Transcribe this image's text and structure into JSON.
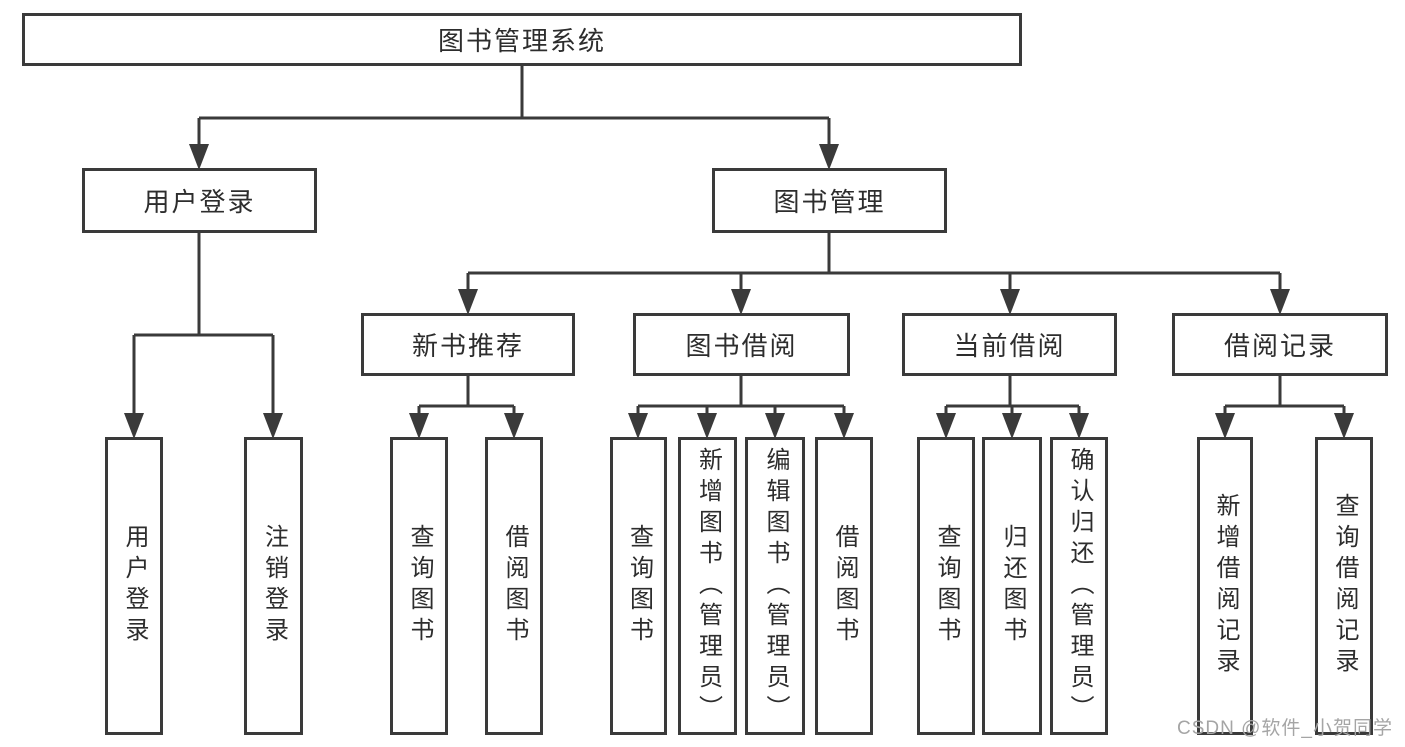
{
  "diagram": {
    "type": "tree",
    "orientation": "top-down"
  },
  "colors": {
    "line": "#3a3a3a",
    "box_border": "#3a3a3a",
    "text": "#2d2d2d",
    "watermark": "#a5a5a5",
    "background": "#ffffff"
  },
  "watermark": "CSDN @软件_小贺同学",
  "nodes": {
    "root": {
      "label": "图书管理系统",
      "parent": null
    },
    "user_login": {
      "label": "用户登录",
      "parent": "root"
    },
    "book_mgmt": {
      "label": "图书管理",
      "parent": "root"
    },
    "login": {
      "label": "用户登录",
      "parent": "user_login"
    },
    "logout": {
      "label": "注销登录",
      "parent": "user_login"
    },
    "new_rec": {
      "label": "新书推荐",
      "parent": "book_mgmt"
    },
    "borrow": {
      "label": "图书借阅",
      "parent": "book_mgmt"
    },
    "current": {
      "label": "当前借阅",
      "parent": "book_mgmt"
    },
    "records": {
      "label": "借阅记录",
      "parent": "book_mgmt"
    },
    "rec_query": {
      "label": "查询图书",
      "parent": "new_rec"
    },
    "rec_borrow": {
      "label": "借阅图书",
      "parent": "new_rec"
    },
    "bor_query": {
      "label": "查询图书",
      "parent": "borrow"
    },
    "bor_add": {
      "label": "新增图书（管理员）",
      "parent": "borrow"
    },
    "bor_edit": {
      "label": "编辑图书（管理员）",
      "parent": "borrow"
    },
    "bor_borrow": {
      "label": "借阅图书",
      "parent": "borrow"
    },
    "cur_query": {
      "label": "查询图书",
      "parent": "current"
    },
    "cur_return": {
      "label": "归还图书",
      "parent": "current"
    },
    "cur_confirm": {
      "label": "确认归还（管理员）",
      "parent": "current"
    },
    "recd_add": {
      "label": "新增借阅记录",
      "parent": "records"
    },
    "recd_query": {
      "label": "查询借阅记录",
      "parent": "records"
    }
  }
}
